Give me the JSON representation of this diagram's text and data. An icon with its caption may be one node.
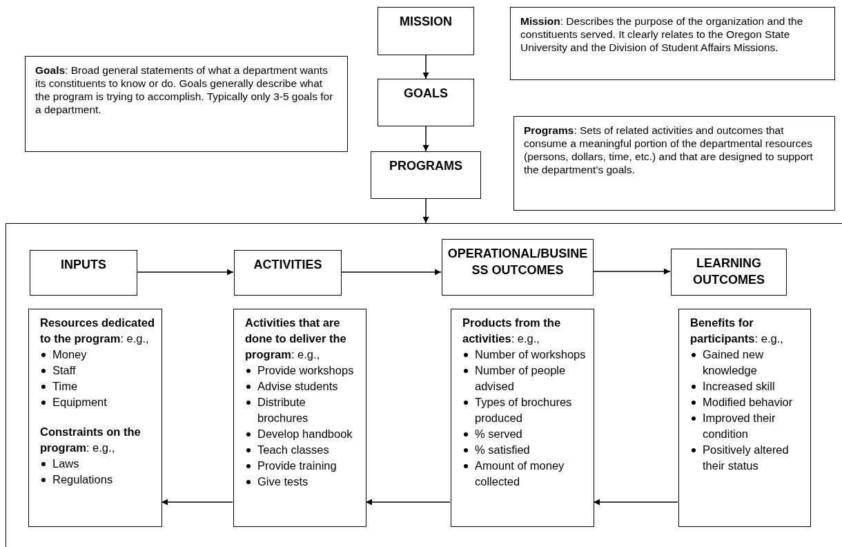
{
  "diagram": {
    "nodes": [
      {
        "text": [
          "MISSION"
        ]
      },
      {
        "text": [
          "GOALS"
        ]
      },
      {
        "text": [
          "PROGRAMS"
        ]
      },
      {
        "text": [
          "**Mission**:  Describes the purpose of the organization and the constituents served.  It clearly relates to the Oregon State University and the Division of Student Affairs Missions."
        ]
      },
      {
        "text": [
          "**Goals**:  Broad general statements of what a department wants its constituents to know or do.  Goals generally describe what the program is trying to accomplish.  Typically only 3-5 goals for a department."
        ]
      },
      {
        "text": [
          "**Programs**:  Sets of related activities and outcomes that consume a meaningful portion of the departmental resources (persons, dollars, time, etc.) and that are designed to support the department’s goals."
        ]
      },
      {
        "text": [],
        "shape": "box"
      },
      {
        "text": [
          "INPUTS"
        ],
        "in": 6
      },
      {
        "text": [
          "ACTIVITIES"
        ],
        "in": 6
      },
      {
        "text": [
          "OPERATIONAL/BUSINESS OUTCOMES"
        ],
        "in": 6
      },
      {
        "text": [
          "LEARNING OUTCOMES"
        ],
        "in": 6
      },
      {
        "text": [
          "**Resources dedicated to the program**:  e.g.,",
          "Money",
          "Staff",
          "Time",
          "Equipment",
          "**Constraints on the program**: e.g.,",
          "Laws",
          "Regulations"
        ],
        "in": 6
      },
      {
        "text": [
          "**Activities that are done to deliver the program**:  e.g.,",
          "Provide workshops",
          "Advise students",
          "Distribute brochures",
          "Develop handbook",
          "Teach classes",
          "Provide training",
          "Give tests"
        ],
        "in": 6
      },
      {
        "text": [
          "**Products from the activities**:  e.g.,",
          "Number of workshops",
          "Number of people advised",
          "Types of brochures produced",
          "% served",
          "% satisfied",
          "Amount of money collected"
        ],
        "in": 6
      },
      {
        "text": [
          "**Benefits for participants**: e.g.,",
          "Gained new knowledge",
          "Increased skill",
          "Modified behavior",
          "Improved their condition",
          "Positively altered their status"
        ],
        "in": 6
      }
    ],
    "edges": [
      {
        "from": 0,
        "to": 1,
        "arrow": "to"
      },
      {
        "from": 1,
        "to": 2,
        "arrow": "to"
      },
      {
        "from": 2,
        "to": 6,
        "arrow": "to"
      },
      {
        "from": 7,
        "to": 8,
        "arrow": "to"
      },
      {
        "from": 8,
        "to": 9,
        "arrow": "to"
      },
      {
        "from": 9,
        "to": 10,
        "arrow": "to"
      },
      {
        "from": 14,
        "to": 13,
        "arrow": "to"
      },
      {
        "from": 13,
        "to": 12,
        "arrow": "to"
      },
      {
        "from": 12,
        "to": 11,
        "arrow": "to"
      }
    ]
  }
}
